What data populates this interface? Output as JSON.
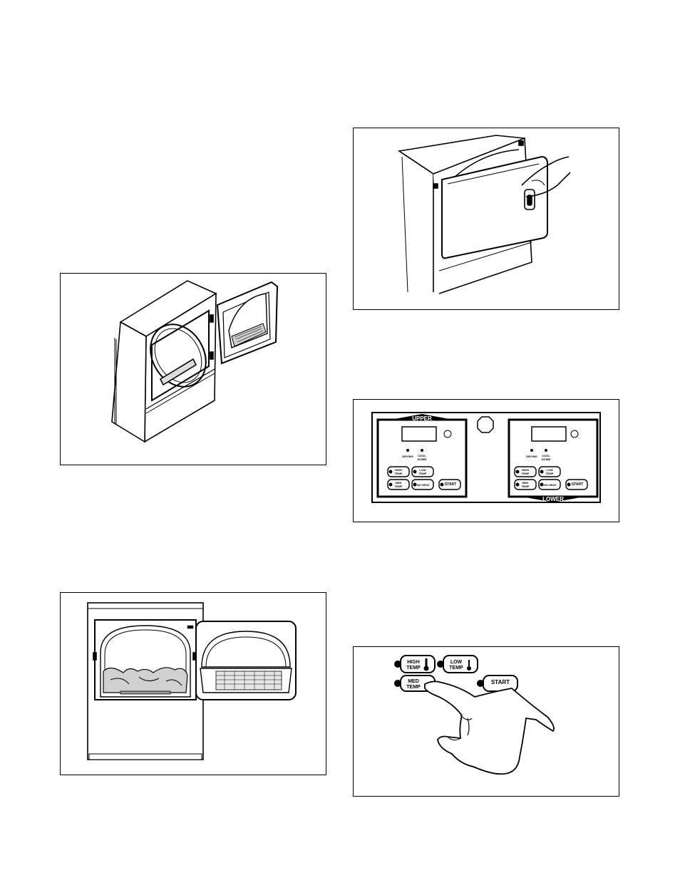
{
  "figures": {
    "open_door": {},
    "loading": {},
    "close_door": {},
    "control_panel": {
      "upper_header": "UPPER",
      "lower_header": "LOWER",
      "indicator_drying": "DRYING",
      "indicator_cool_down_1": "COOL",
      "indicator_cool_down_2": "DOWN",
      "btn_high_1": "HIGH",
      "btn_high_2": "TEMP",
      "btn_low_1": "LOW",
      "btn_low_2": "TEMP",
      "btn_med_1": "MED",
      "btn_med_2": "TEMP",
      "btn_no_heat": "NO HEAT",
      "btn_start": "START"
    },
    "press_button": {
      "btn_high_1": "HIGH",
      "btn_high_2": "TEMP",
      "btn_low_1": "LOW",
      "btn_low_2": "TEMP",
      "btn_med_1": "MED",
      "btn_med_2": "TEMP",
      "btn_start": "START"
    }
  }
}
